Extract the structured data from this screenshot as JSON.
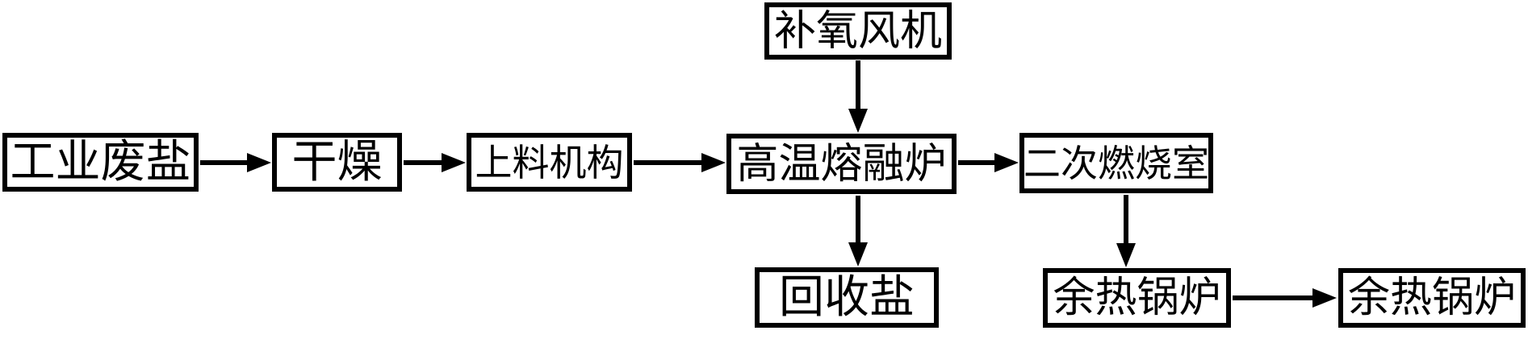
{
  "diagram": {
    "background_color": "#ffffff",
    "line_color": "#000000",
    "nodes": {
      "oxygen_fan": {
        "label": "补氧风机"
      },
      "industrial_waste_salt": {
        "label": "工业废盐"
      },
      "drying": {
        "label": "干燥"
      },
      "feeding_mechanism": {
        "label": "上料机构"
      },
      "melting_furnace": {
        "label": "高温熔融炉"
      },
      "secondary_combustion": {
        "label": "二次燃烧室"
      },
      "recycled_salt": {
        "label": "回收盐"
      },
      "waste_heat_boiler_1": {
        "label": "余热锅炉"
      },
      "waste_heat_boiler_2": {
        "label": "余热锅炉"
      }
    },
    "edges": [
      {
        "from": "industrial_waste_salt",
        "to": "drying"
      },
      {
        "from": "drying",
        "to": "feeding_mechanism"
      },
      {
        "from": "feeding_mechanism",
        "to": "melting_furnace"
      },
      {
        "from": "oxygen_fan",
        "to": "melting_furnace"
      },
      {
        "from": "melting_furnace",
        "to": "secondary_combustion"
      },
      {
        "from": "melting_furnace",
        "to": "recycled_salt"
      },
      {
        "from": "secondary_combustion",
        "to": "waste_heat_boiler_1"
      },
      {
        "from": "waste_heat_boiler_1",
        "to": "waste_heat_boiler_2"
      }
    ]
  }
}
